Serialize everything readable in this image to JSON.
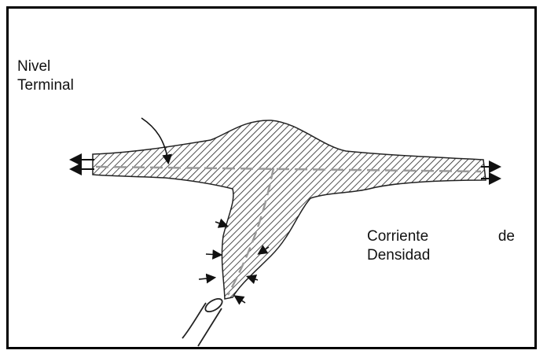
{
  "labels": {
    "terminal_level": [
      "Nivel",
      "Terminal"
    ],
    "density_current": [
      "Corriente",
      "de",
      "Densidad"
    ]
  },
  "colors": {
    "ink": "#111111",
    "centerline": "#9a9a9a",
    "frame": "#000000"
  }
}
